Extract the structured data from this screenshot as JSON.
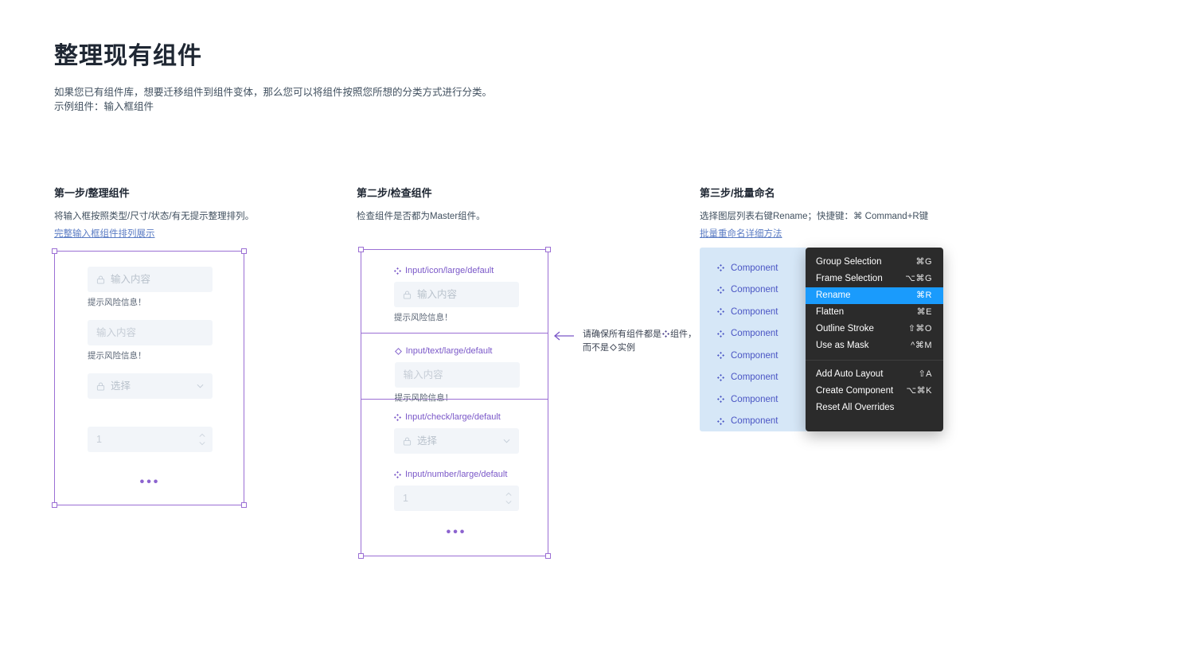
{
  "header": {
    "title": "整理现有组件",
    "intro_line1": "如果您已有组件库，想要迁移组件到组件变体，那么您可以将组件按照您所想的分类方式进行分类。",
    "intro_line2": "示例组件：输入框组件"
  },
  "colors": {
    "selection_purple": "#9b6fd4",
    "layer_label_purple": "#7a57c8",
    "layer_panel_blue": "#d6e7f7",
    "menu_highlight_blue": "#1a9bfc",
    "menu_background": "#2b2b2b",
    "link_blue": "#5b7cc4",
    "field_fill": "#f2f5f9"
  },
  "columns": [
    {
      "title": "第一步/整理组件",
      "desc": "将输入框按照类型/尺寸/状态/有无提示整理排列。",
      "link": "完整输入框组件排列展示"
    },
    {
      "title": "第二步/检查组件",
      "desc": "检查组件是否都为Master组件。",
      "link": ""
    },
    {
      "title": "第三步/批量命名",
      "desc": "选择图层列表右键Rename；快捷键：⌘ Command+R键",
      "link": "批量重命名详细方法"
    }
  ],
  "step1_fields": [
    {
      "icon": "lock-icon",
      "placeholder": "输入内容",
      "hint": "提示风险信息！",
      "type": "text"
    },
    {
      "icon": "",
      "placeholder": "输入内容",
      "hint": "提示风险信息！",
      "type": "text"
    },
    {
      "icon": "lock-icon",
      "placeholder": "选择",
      "hint": "",
      "type": "select"
    },
    {
      "icon": "",
      "placeholder": "1",
      "hint": "",
      "type": "number"
    }
  ],
  "step1_overflow": "•••",
  "step2_groups": [
    {
      "layer_icon": "component-icon",
      "layer_name": "Input/icon/large/default",
      "field": {
        "icon": "lock-icon",
        "placeholder": "输入内容",
        "type": "text"
      },
      "hint": "提示风险信息！",
      "is_instance": false
    },
    {
      "layer_icon": "instance-diamond-icon",
      "layer_name": "Input/text/large/default",
      "field": {
        "icon": "",
        "placeholder": "输入内容",
        "type": "text"
      },
      "hint": "提示风险信息！",
      "is_instance": true
    },
    {
      "layer_icon": "component-icon",
      "layer_name": "Input/check/large/default",
      "field": {
        "icon": "lock-icon",
        "placeholder": "选择",
        "type": "select"
      },
      "hint": "",
      "is_instance": false
    },
    {
      "layer_icon": "component-icon",
      "layer_name": "Input/number/large/default",
      "field": {
        "icon": "",
        "placeholder": "1",
        "type": "number"
      },
      "hint": "",
      "is_instance": false
    }
  ],
  "step2_overflow": "•••",
  "annotation": {
    "arrow_icon": "arrow-left-icon",
    "line1_before": "请确保所有组件都是",
    "line1_glyph": "component-icon",
    "line1_after": "组件，",
    "line2_before": "而不是",
    "line2_glyph": "instance-diamond-icon",
    "line2_after": "实例"
  },
  "layer_panel": {
    "rows": [
      {
        "icon": "component-icon",
        "label": "Component"
      },
      {
        "icon": "component-icon",
        "label": "Component"
      },
      {
        "icon": "component-icon",
        "label": "Component"
      },
      {
        "icon": "component-icon",
        "label": "Component"
      },
      {
        "icon": "component-icon",
        "label": "Component"
      },
      {
        "icon": "component-icon",
        "label": "Component"
      },
      {
        "icon": "component-icon",
        "label": "Component"
      },
      {
        "icon": "component-icon",
        "label": "Component"
      }
    ]
  },
  "context_menu": {
    "groups": [
      [
        {
          "label": "Group Selection",
          "shortcut": "⌘G",
          "active": false
        },
        {
          "label": "Frame Selection",
          "shortcut": "⌥⌘G",
          "active": false
        },
        {
          "label": "Rename",
          "shortcut": "⌘R",
          "active": true
        },
        {
          "label": "Flatten",
          "shortcut": "⌘E",
          "active": false
        },
        {
          "label": "Outline Stroke",
          "shortcut": "⇧⌘O",
          "active": false
        },
        {
          "label": "Use as Mask",
          "shortcut": "^⌘M",
          "active": false
        }
      ],
      [
        {
          "label": "Add Auto Layout",
          "shortcut": "⇧A",
          "active": false
        },
        {
          "label": "Create Component",
          "shortcut": "⌥⌘K",
          "active": false
        },
        {
          "label": "Reset All Overrides",
          "shortcut": "",
          "active": false
        }
      ]
    ]
  }
}
